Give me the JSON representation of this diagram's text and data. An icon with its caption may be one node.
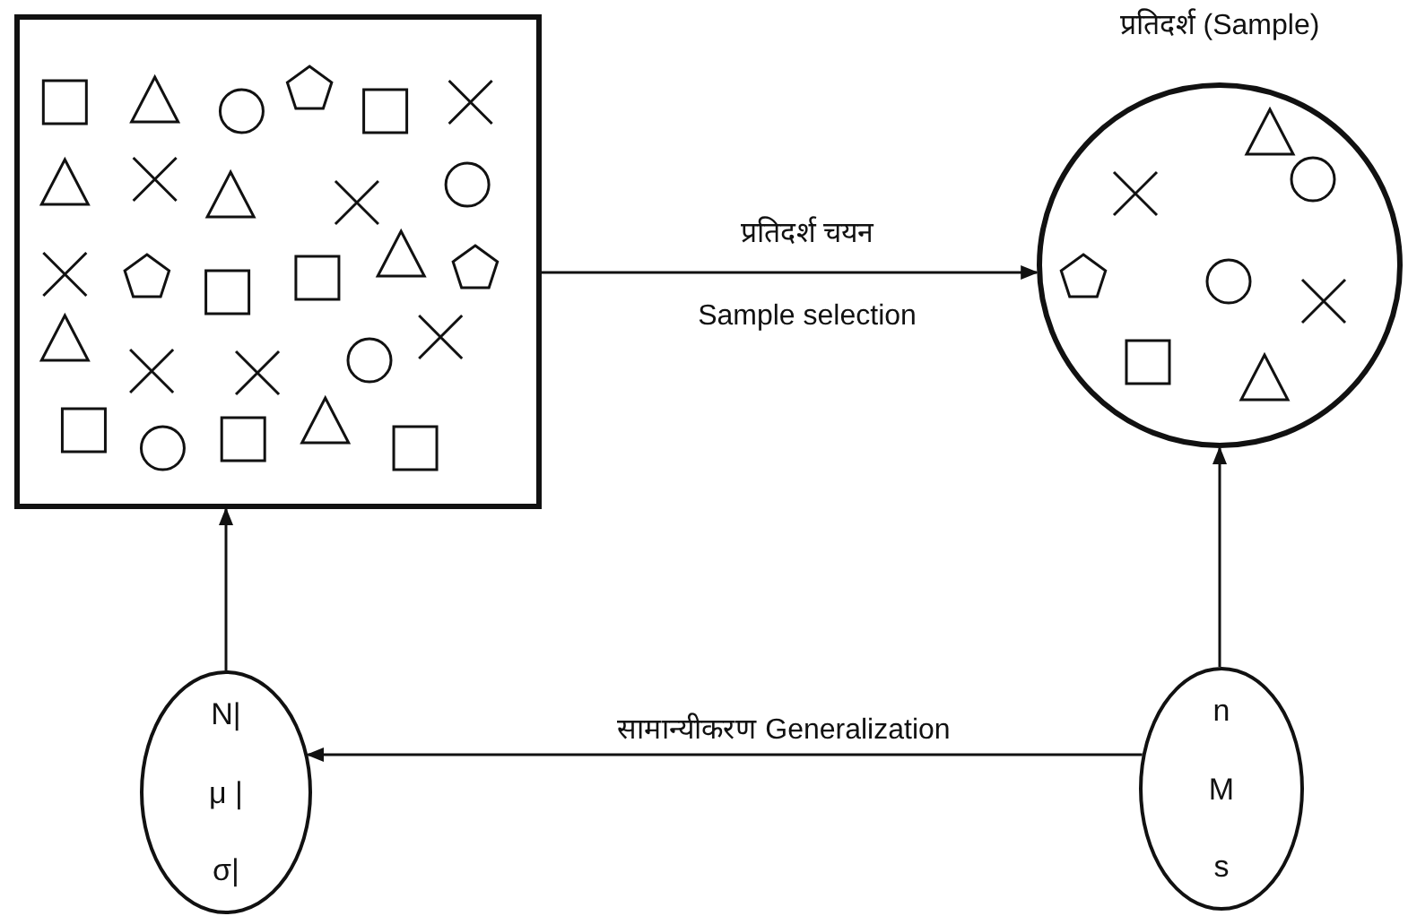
{
  "diagram": {
    "nodes": [
      {
        "text": [],
        "shape": "box"
      },
      {
        "text": [
          "प्रतिदर्श (Sample)"
        ]
      },
      {
        "text": [
          "N|",
          "μ |",
          "σ|"
        ]
      },
      {
        "text": [
          "n",
          "M",
          "s"
        ]
      }
    ],
    "edges": [
      {
        "from": 0,
        "to": 1,
        "arrow": "to",
        "label": "प्रतिदर्श चयन"
      },
      {
        "from": 2,
        "to": 0,
        "arrow": "to"
      },
      {
        "from": 3,
        "to": 1,
        "arrow": "to"
      },
      {
        "from": 3,
        "to": 2,
        "arrow": "to",
        "label": "सामान्यीकरण Generalization"
      }
    ],
    "labels": [
      "Sample selection"
    ]
  }
}
